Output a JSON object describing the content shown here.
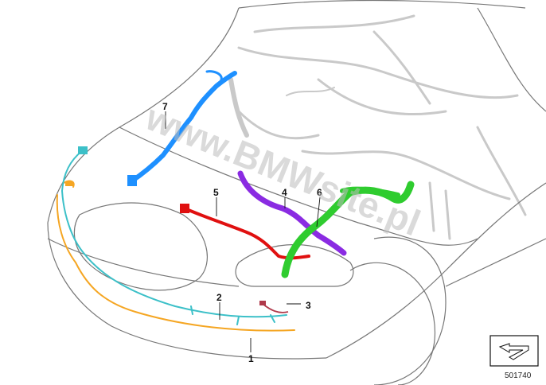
{
  "watermark": "www.BMWsite.pl",
  "reference_number": "501740",
  "callouts": [
    {
      "id": "1",
      "label": "1",
      "color": "#f5a623"
    },
    {
      "id": "2",
      "label": "2",
      "color": "#3cc0c8"
    },
    {
      "id": "3",
      "label": "3",
      "color": "#b0394a"
    },
    {
      "id": "4",
      "label": "4",
      "color": "#8a2be2"
    },
    {
      "id": "5",
      "label": "5",
      "color": "#e01010"
    },
    {
      "id": "6",
      "label": "6",
      "color": "#2fcc2f"
    },
    {
      "id": "7",
      "label": "7",
      "color": "#1e90ff"
    }
  ],
  "icons": {
    "direction": "arrow-direction-icon"
  }
}
